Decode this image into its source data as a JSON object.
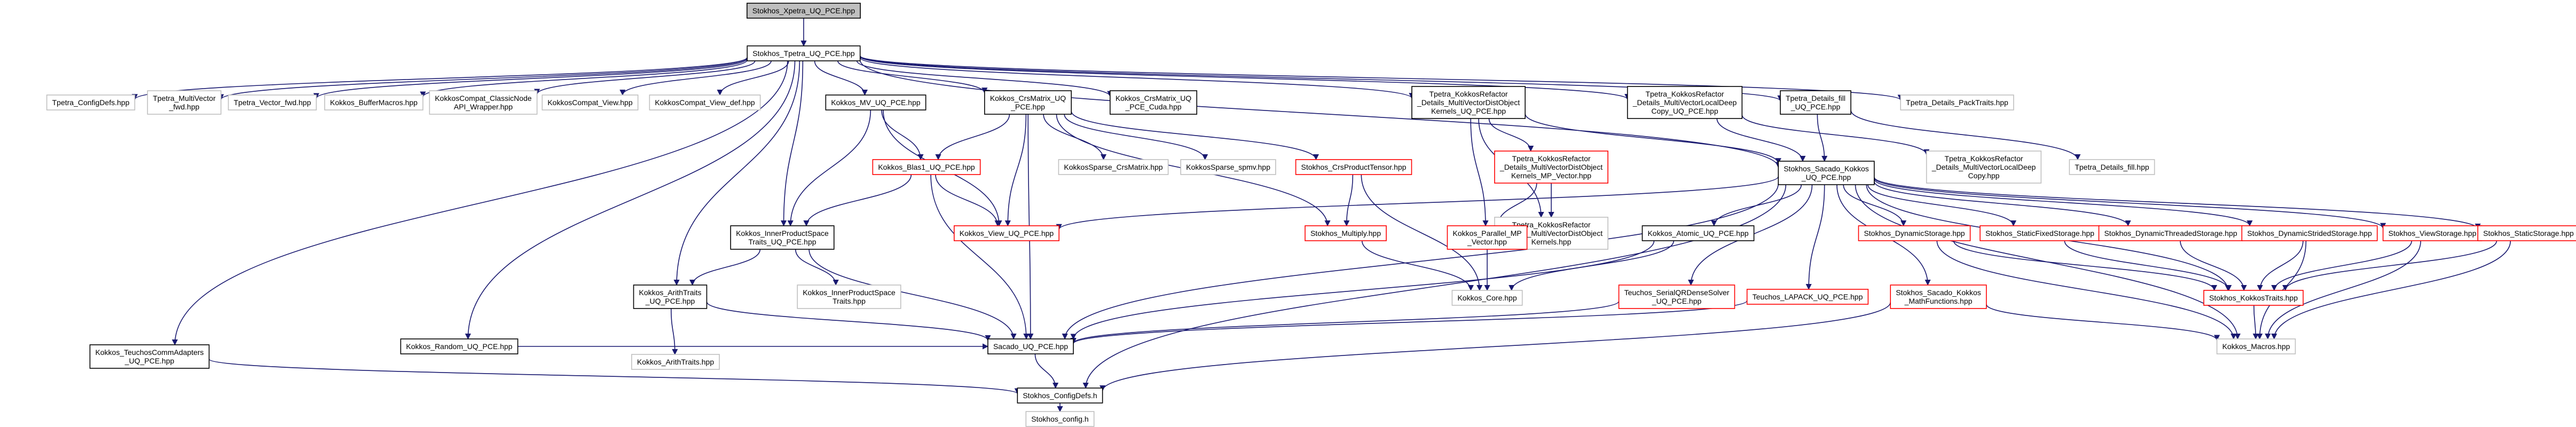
{
  "colors": {
    "edge": "#191970",
    "border_normal": "#000000",
    "border_missing": "#bfbfbf",
    "border_error": "#ff0000",
    "fill_root": "#bfbfbf",
    "fill_normal": "#ffffff",
    "text": "#000000"
  },
  "nodes": [
    {
      "id": "root",
      "lines": [
        "Stokhos_Xpetra_UQ_PCE.hpp"
      ],
      "style": "root"
    },
    {
      "id": "tpetra_uq_pce",
      "lines": [
        "Stokhos_Tpetra_UQ_PCE.hpp"
      ],
      "style": "normal"
    },
    {
      "id": "tpetra_configdefs",
      "lines": [
        "Tpetra_ConfigDefs.hpp"
      ],
      "style": "missing"
    },
    {
      "id": "tpetra_multivector_fwd",
      "lines": [
        "Tpetra_MultiVector",
        "_fwd.hpp"
      ],
      "style": "missing"
    },
    {
      "id": "tpetra_vector_fwd",
      "lines": [
        "Tpetra_Vector_fwd.hpp"
      ],
      "style": "missing"
    },
    {
      "id": "kokkos_bufmacros",
      "lines": [
        "Kokkos_BufferMacros.hpp"
      ],
      "style": "missing"
    },
    {
      "id": "kokkoscompat_classicnode",
      "lines": [
        "KokkosCompat_ClassicNode",
        "API_Wrapper.hpp"
      ],
      "style": "missing"
    },
    {
      "id": "kokkoscompat_view",
      "lines": [
        "KokkosCompat_View.hpp"
      ],
      "style": "missing"
    },
    {
      "id": "kokkoscompat_view_def",
      "lines": [
        "KokkosCompat_View_def.hpp"
      ],
      "style": "missing"
    },
    {
      "id": "kokkos_mv_uq_pce",
      "lines": [
        "Kokkos_MV_UQ_PCE.hpp"
      ],
      "style": "normal"
    },
    {
      "id": "kokkos_crsmatrix_uq_pce",
      "lines": [
        "Kokkos_CrsMatrix_UQ",
        "_PCE.hpp"
      ],
      "style": "normal"
    },
    {
      "id": "kokkos_crsmatrix_uq_pce_cuda",
      "lines": [
        "Kokkos_CrsMatrix_UQ",
        "_PCE_Cuda.hpp"
      ],
      "style": "normal"
    },
    {
      "id": "tpetra_kr_multivec_kernels",
      "lines": [
        "Tpetra_KokkosRefactor",
        "_Details_MultiVectorDistObject",
        "Kernels_UQ_PCE.hpp"
      ],
      "style": "normal"
    },
    {
      "id": "tpetra_kr_multivec_localdeepcopy",
      "lines": [
        "Tpetra_KokkosRefactor",
        "_Details_MultiVectorLocalDeep",
        "Copy_UQ_PCE.hpp"
      ],
      "style": "normal"
    },
    {
      "id": "tpetra_details_fill_uq_pce",
      "lines": [
        "Tpetra_Details_fill",
        "_UQ_PCE.hpp"
      ],
      "style": "normal"
    },
    {
      "id": "tpetra_details_packtraits",
      "lines": [
        "Tpetra_Details_PackTraits.hpp"
      ],
      "style": "missing"
    },
    {
      "id": "kokkos_blas1_uq_pce",
      "lines": [
        "Kokkos_Blas1_UQ_PCE.hpp"
      ],
      "style": "error"
    },
    {
      "id": "kokkossparse_crsmatrix",
      "lines": [
        "KokkosSparse_CrsMatrix.hpp"
      ],
      "style": "missing"
    },
    {
      "id": "kokkossparse_spmv",
      "lines": [
        "KokkosSparse_spmv.hpp"
      ],
      "style": "missing"
    },
    {
      "id": "stokhos_crsproducttensor",
      "lines": [
        "Stokhos_CrsProductTensor.hpp"
      ],
      "style": "error"
    },
    {
      "id": "tpetra_kr_multivec_vector",
      "lines": [
        "Tpetra_KokkosRefactor",
        "_Details_MultiVectorDistObject",
        "Kernels_MP_Vector.hpp"
      ],
      "style": "error"
    },
    {
      "id": "tpetra_kr_multivec_kernels_hpp",
      "lines": [
        "Tpetra_KokkosRefactor",
        "_Details_MultiVectorDistObject",
        "Kernels.hpp"
      ],
      "style": "missing"
    },
    {
      "id": "stokhos_sacado_kokkos_uq_pce",
      "lines": [
        "Stokhos_Sacado_Kokkos",
        "_UQ_PCE.hpp"
      ],
      "style": "normal"
    },
    {
      "id": "tpetra_kr_localdeepcopy_hpp",
      "lines": [
        "Tpetra_KokkosRefactor",
        "_Details_MultiVectorLocalDeep",
        "Copy.hpp"
      ],
      "style": "missing"
    },
    {
      "id": "tpetra_details_fill",
      "lines": [
        "Tpetra_Details_fill.hpp"
      ],
      "style": "missing"
    },
    {
      "id": "kokkos_innerproductspace_traits_uq_pce",
      "lines": [
        "Kokkos_InnerProductSpace",
        "Traits_UQ_PCE.hpp"
      ],
      "style": "normal"
    },
    {
      "id": "kokkos_view_uq_pce",
      "lines": [
        "Kokkos_View_UQ_PCE.hpp"
      ],
      "style": "error"
    },
    {
      "id": "stokhos_multiply",
      "lines": [
        "Stokhos_Multiply.hpp"
      ],
      "style": "error"
    },
    {
      "id": "kokkos_parallel_mp_vector",
      "lines": [
        "Kokkos_Parallel_MP",
        "_Vector.hpp"
      ],
      "style": "error"
    },
    {
      "id": "kokkos_atomic_uq_pce",
      "lines": [
        "Kokkos_Atomic_UQ_PCE.hpp"
      ],
      "style": "normal"
    },
    {
      "id": "stokhos_dynamicstorage",
      "lines": [
        "Stokhos_DynamicStorage.hpp"
      ],
      "style": "error"
    },
    {
      "id": "stokhos_staticfixedstorage",
      "lines": [
        "Stokhos_StaticFixedStorage.hpp"
      ],
      "style": "error"
    },
    {
      "id": "stokhos_dynamicthreadedstorage",
      "lines": [
        "Stokhos_DynamicThreadedStorage.hpp"
      ],
      "style": "error"
    },
    {
      "id": "stokhos_dynamicstridedstorage",
      "lines": [
        "Stokhos_DynamicStridedStorage.hpp"
      ],
      "style": "error"
    },
    {
      "id": "stokhos_viewstorage",
      "lines": [
        "Stokhos_ViewStorage.hpp"
      ],
      "style": "error"
    },
    {
      "id": "stokhos_staticstorage",
      "lines": [
        "Stokhos_StaticStorage.hpp"
      ],
      "style": "error"
    },
    {
      "id": "kokkos_innerproductspace_traits",
      "lines": [
        "Kokkos_InnerProductSpace",
        "Traits.hpp"
      ],
      "style": "missing"
    },
    {
      "id": "kokkos_arithtraits_uq_pce",
      "lines": [
        "Kokkos_ArithTraits",
        "_UQ_PCE.hpp"
      ],
      "style": "normal"
    },
    {
      "id": "kokkos_core",
      "lines": [
        "Kokkos_Core.hpp"
      ],
      "style": "missing"
    },
    {
      "id": "kokkos_macros_upper",
      "lines": [
        "Tpetra_KokkosRefactor",
        "_Details_MultiVectorDistObject",
        "Kernels.hpp"
      ],
      "style": "missing"
    },
    {
      "id": "teuchos_serialqrdensesolver",
      "lines": [
        "Teuchos_SerialQRDenseSolver",
        "_UQ_PCE.hpp"
      ],
      "style": "error"
    },
    {
      "id": "teuchos_lapack_uq_pce",
      "lines": [
        "Teuchos_LAPACK_UQ_PCE.hpp"
      ],
      "style": "error"
    },
    {
      "id": "stokhos_sacado_kokkos_mathfunctions",
      "lines": [
        "Stokhos_Sacado_Kokkos",
        "_MathFunctions.hpp"
      ],
      "style": "error"
    },
    {
      "id": "stokhos_kokkostraits",
      "lines": [
        "Stokhos_KokkosTraits.hpp"
      ],
      "style": "error"
    },
    {
      "id": "kokkos_teuchoscommadapters",
      "lines": [
        "Kokkos_TeuchosCommAdapters",
        "_UQ_PCE.hpp"
      ],
      "style": "normal"
    },
    {
      "id": "kokkos_random_uq_pce",
      "lines": [
        "Kokkos_Random_UQ_PCE.hpp"
      ],
      "style": "normal"
    },
    {
      "id": "kokkos_arithtraits",
      "lines": [
        "Kokkos_ArithTraits.hpp"
      ],
      "style": "missing"
    },
    {
      "id": "sacado_uq_pce",
      "lines": [
        "Sacado_UQ_PCE.hpp"
      ],
      "style": "normal"
    },
    {
      "id": "kokkos_macros",
      "lines": [
        "Kokkos_Macros.hpp"
      ],
      "style": "missing"
    },
    {
      "id": "stokhos_configdefs",
      "lines": [
        "Stokhos_ConfigDefs.h"
      ],
      "style": "normal"
    },
    {
      "id": "stokhos_config",
      "lines": [
        "Stokhos_config.h"
      ],
      "style": "missing"
    }
  ]
}
